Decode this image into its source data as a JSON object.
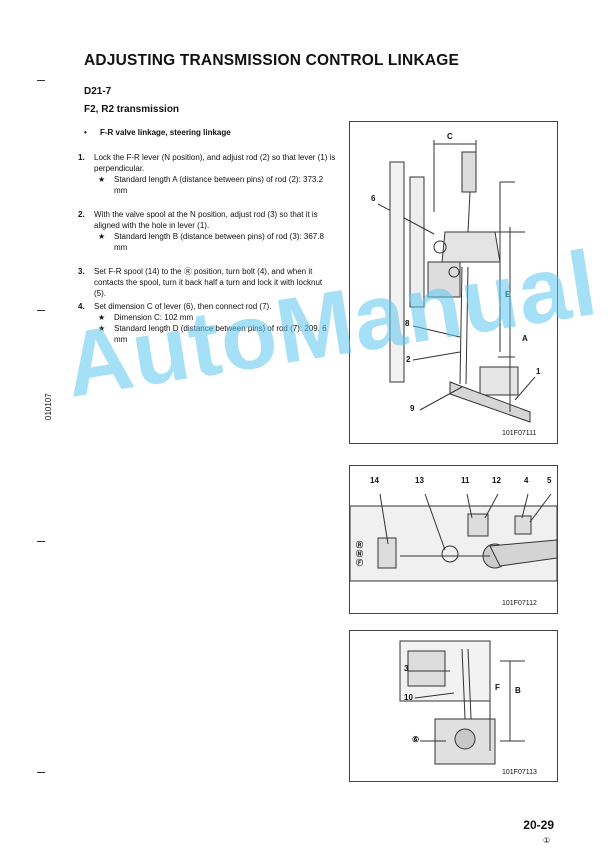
{
  "title": "ADJUSTING TRANSMISSION CONTROL LINKAGE",
  "model": "D21-7",
  "subtitle": "F2, R2 transmission",
  "bullet": "F-R valve linkage, steering linkage",
  "steps": [
    {
      "num": "1.",
      "text": "Lock the F-R lever (N position), and adjust rod (2) so that lever (1) is perpendicular.",
      "notes": [
        "Standard length A (distance between pins) of rod (2): 373.2 mm"
      ]
    },
    {
      "num": "2.",
      "text": "With the valve spool at the N position, adjust rod (3) so that it is aligned with the hole in lever (1).",
      "notes": [
        "Standard length B (distance between pins) of rod (3): 367.8 mm"
      ]
    },
    {
      "num": "3.",
      "text": "Set F-R spool (14) to the Ⓡ position, turn bolt (4), and when it contacts the spool, turn it back half a turn and lock it with locknut (5).",
      "notes": []
    },
    {
      "num": "4.",
      "text": "Set dimension C of lever (6), then connect rod (7).",
      "notes": [
        "Dimension C: 102 mm",
        "Standard length D (distance between pins) of rod (7): 209. 6 mm"
      ]
    }
  ],
  "side_code": "010107",
  "figures": [
    {
      "caption": "101F07111",
      "callouts": [
        "C",
        "6",
        "E",
        "A",
        "8",
        "2",
        "9",
        "1"
      ]
    },
    {
      "caption": "101F07112",
      "callouts": [
        "14",
        "13",
        "11",
        "12",
        "4",
        "5",
        "Ⓡ",
        "Ⓝ",
        "Ⓕ"
      ]
    },
    {
      "caption": "101F07113",
      "callouts": [
        "3",
        "10",
        "F",
        "B",
        "⑥"
      ]
    }
  ],
  "page_number": "20-29",
  "page_sub": "①",
  "watermark": "AutoManual",
  "colors": {
    "watermark": "#5fc8f0",
    "ink": "#111111"
  }
}
